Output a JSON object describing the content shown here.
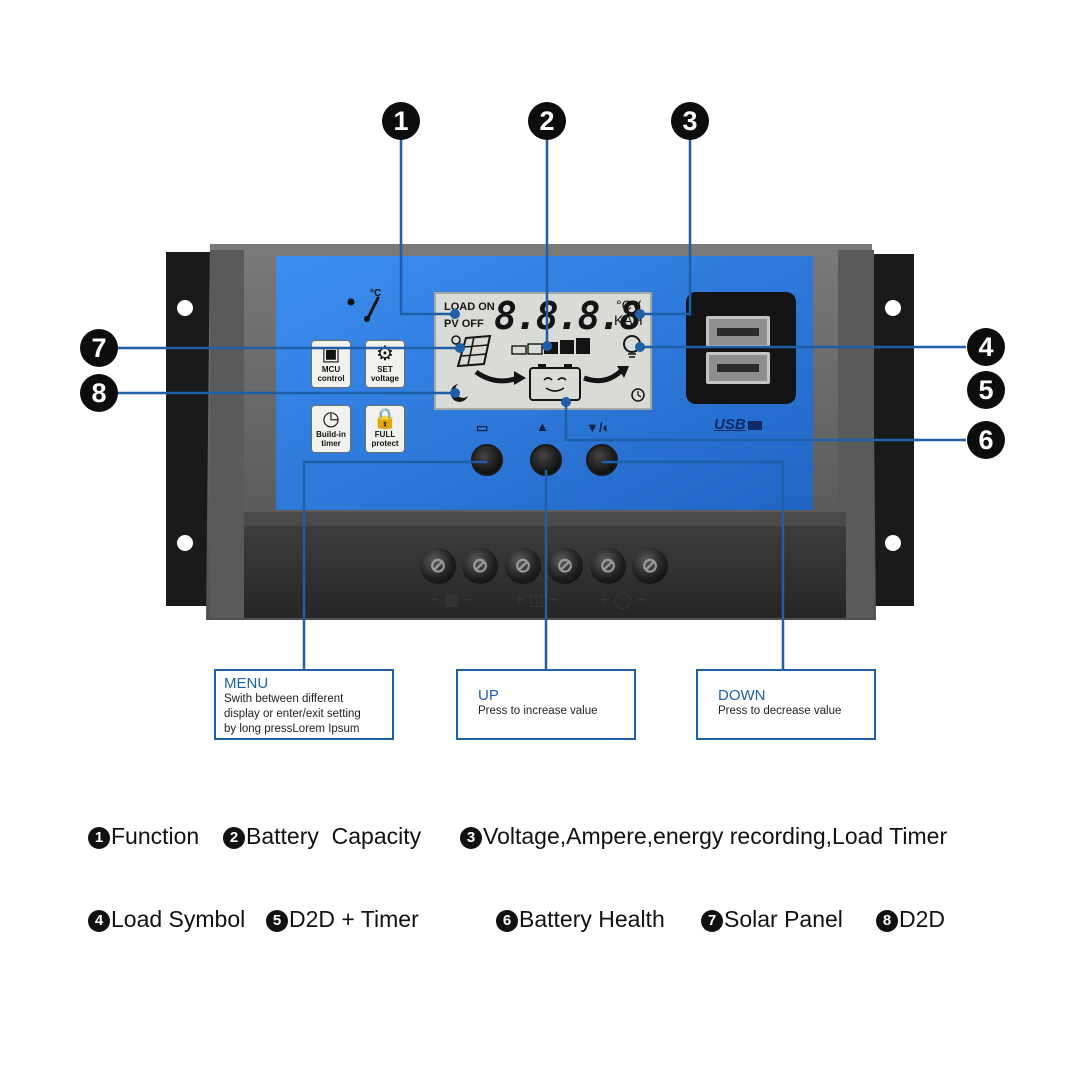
{
  "markers": {
    "m1": "1",
    "m2": "2",
    "m3": "3",
    "m4": "4",
    "m5": "5",
    "m6": "6",
    "m7": "7",
    "m8": "8"
  },
  "device": {
    "temp_label": "°C",
    "lcd": {
      "load_on": "LOAD ON",
      "pv_off": "PV OFF",
      "digits": "8.8.8.8",
      "unit_cv": "°CV",
      "unit_kah": "KAH"
    },
    "tiles": [
      {
        "label1": "MCU",
        "label2": "control",
        "icon": "chip-icon"
      },
      {
        "label1": "SET",
        "label2": "voltage",
        "icon": "gear-icon"
      },
      {
        "label1": "Build-in",
        "label2": "timer",
        "icon": "clock-icon"
      },
      {
        "label1": "FULL",
        "label2": "protect",
        "icon": "lock-icon"
      }
    ],
    "usb_label": "USB"
  },
  "callouts": {
    "menu": {
      "title": "MENU",
      "desc": [
        "Swith between different",
        "display or enter/exit setting",
        "by long pressLorem Ipsum"
      ]
    },
    "up": {
      "title": "UP",
      "desc": "Press to increase value"
    },
    "down": {
      "title": "DOWN",
      "desc": "Press to decrease value"
    }
  },
  "legend": {
    "row1": [
      {
        "num": "1",
        "label": "Function"
      },
      {
        "num": "2",
        "label": "Battery  Capacity"
      },
      {
        "num": "3",
        "label": "Voltage,Ampere,energy recording,Load Timer"
      }
    ],
    "row2": [
      {
        "num": "4",
        "label": "Load Symbol"
      },
      {
        "num": "5",
        "label": "D2D + Timer"
      },
      {
        "num": "6",
        "label": "Battery Health"
      },
      {
        "num": "7",
        "label": "Solar Panel"
      },
      {
        "num": "8",
        "label": "D2D"
      }
    ]
  },
  "colors": {
    "panel_blue": "#2f7fe0",
    "casing": "#6a6a6a",
    "leader": "#1f5fa8"
  }
}
